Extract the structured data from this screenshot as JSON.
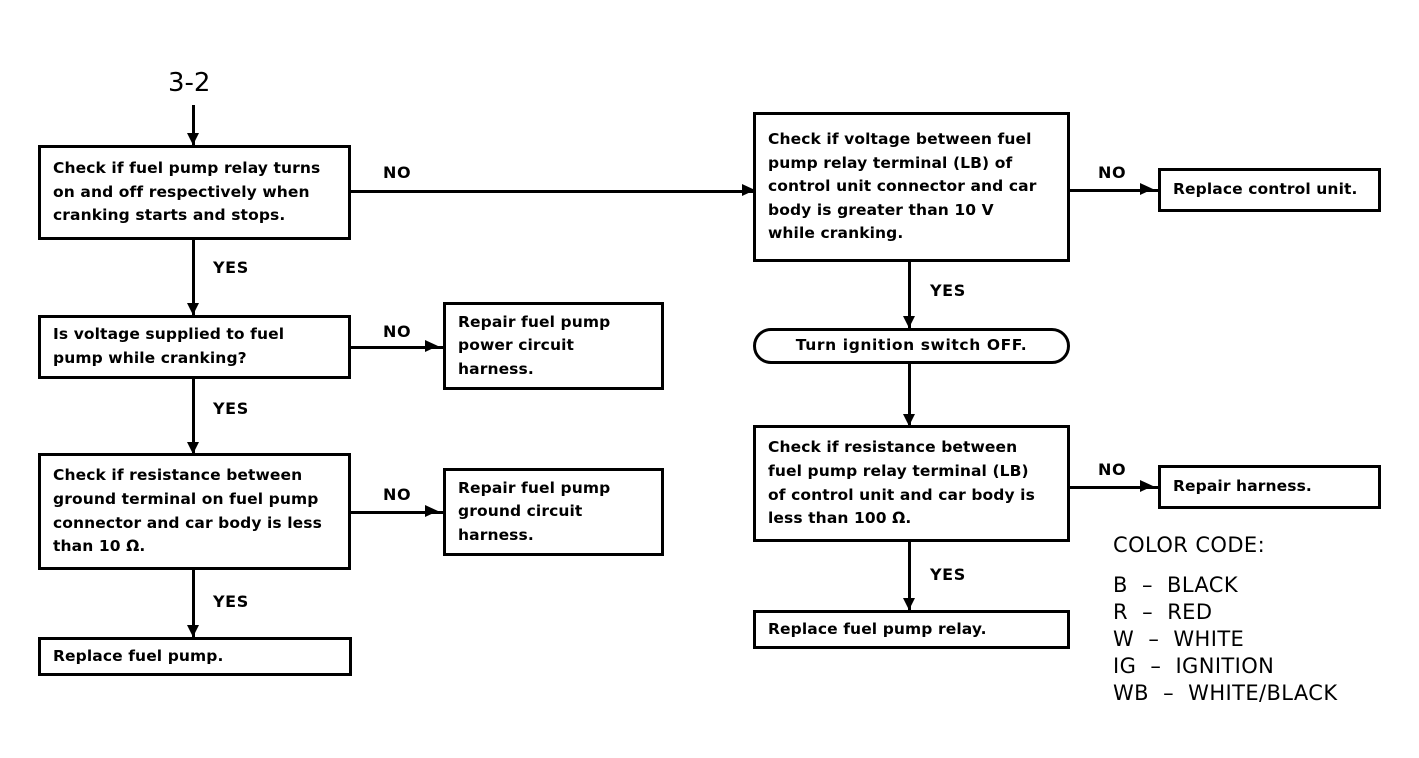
{
  "page_reference": "3-2",
  "edge_labels": {
    "yes": "YES",
    "no": "NO"
  },
  "nodes": {
    "check_relay_on_off": "Check if fuel pump relay turns\non and off respectively when\ncranking starts and stops.",
    "voltage_to_pump": "Is voltage supplied to fuel\npump while cranking?",
    "repair_power_circuit": "Repair fuel pump\npower circuit\nharness.",
    "check_ground_resistance": "Check if resistance between\nground terminal on fuel pump\nconnector and car body is less\nthan 10 Ω.",
    "repair_ground_circuit": "Repair fuel pump\nground circuit\nharness.",
    "replace_fuel_pump": "Replace fuel pump.",
    "check_voltage_relay_terminal": "Check if voltage between fuel\npump relay terminal (LB) of\ncontrol unit connector and car\nbody is greater than 10 V\nwhile cranking.",
    "replace_control_unit": "Replace control unit.",
    "turn_ignition_off": "Turn ignition switch OFF.",
    "check_relay_resistance": "Check if resistance between\nfuel pump relay terminal (LB)\nof control unit and car body is\nless than 100 Ω.",
    "repair_harness": "Repair harness.",
    "replace_fuel_pump_relay": "Replace fuel pump relay."
  },
  "legend": {
    "title": "COLOR CODE:",
    "rows": [
      "B  –  BLACK",
      "R  –  RED",
      "W  –  WHITE",
      "IG  –  IGNITION",
      "WB  –  WHITE/BLACK"
    ]
  }
}
